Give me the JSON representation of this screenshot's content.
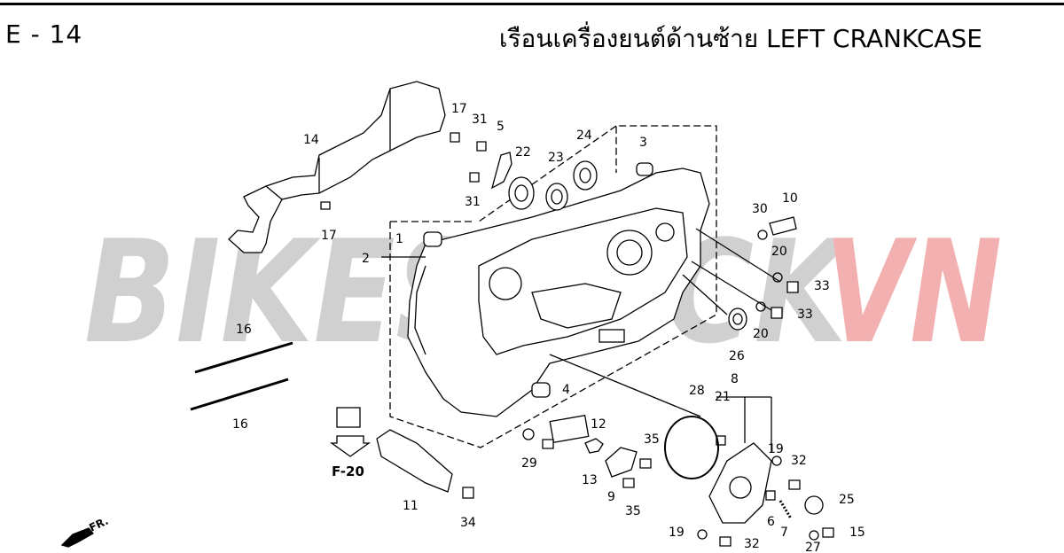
{
  "header": {
    "page_code": "E - 14",
    "title": "เรือนเครื่องยนต์ด้านซ้าย  LEFT CRANKCASE"
  },
  "watermark": {
    "text": "BIKESTOCKVN",
    "text_part1": "BIKESTOCK",
    "text_part2": "VN",
    "color_gray": "#c8c8c8",
    "color_red": "#f4a8a8"
  },
  "reference": {
    "label": "F-20"
  },
  "direction": {
    "label": "FR."
  },
  "callouts": [
    "1",
    "2",
    "3",
    "4",
    "5",
    "6",
    "7",
    "8",
    "9",
    "10",
    "11",
    "12",
    "13",
    "14",
    "15",
    "16",
    "16",
    "17",
    "17",
    "19",
    "19",
    "20",
    "20",
    "21",
    "22",
    "23",
    "24",
    "25",
    "26",
    "27",
    "28",
    "29",
    "30",
    "31",
    "31",
    "32",
    "32",
    "33",
    "33",
    "34",
    "35",
    "35"
  ]
}
